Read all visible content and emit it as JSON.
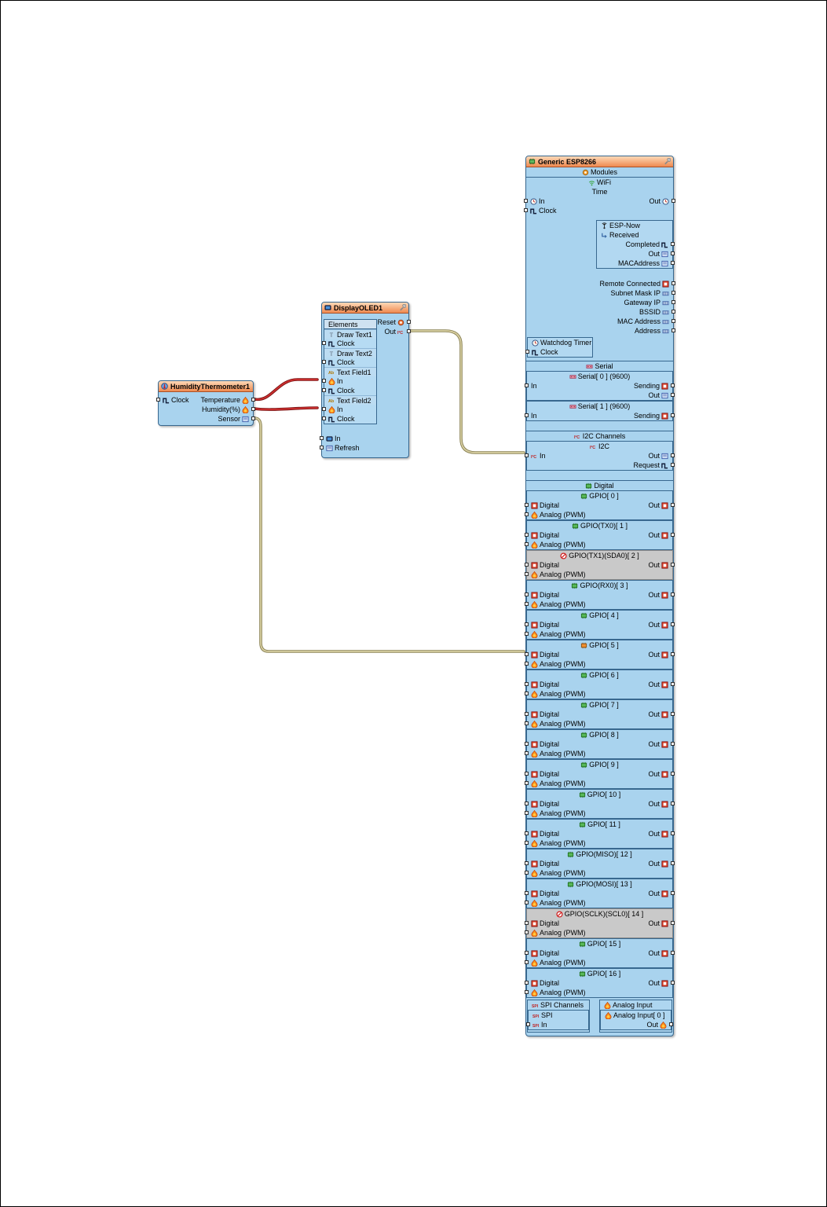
{
  "colors": {
    "block_fill": "#a9d3ee",
    "block_border": "#38688f",
    "header_gradient_top": "#fdd9b8",
    "header_gradient_bottom": "#ef8a50",
    "disabled_fill": "#c9c9c9",
    "wire_red": "#d03030",
    "wire_tan": "#d8cfa2"
  },
  "connections": [
    {
      "name": "temperature-to-textfield1-in",
      "color": "#d03030"
    },
    {
      "name": "humidity-to-textfield2-in",
      "color": "#d03030"
    },
    {
      "name": "oled-out-to-esp-i2c-in",
      "color": "#d8cfa2"
    },
    {
      "name": "sensor-to-gpio5-digital",
      "color": "#d8cfa2"
    }
  ],
  "humidity": {
    "title": "HumidityThermometer1",
    "clock_label": "Clock",
    "pins_right": [
      {
        "label": "Temperature",
        "icon": "flame"
      },
      {
        "label": "Humidity(%)",
        "icon": "flame"
      },
      {
        "label": "Sensor",
        "icon": "box"
      }
    ]
  },
  "oled": {
    "title": "DisplayOLED1",
    "elements_label": "Elements",
    "elements": [
      {
        "label": "Draw Text1",
        "icon": "text",
        "pins": [
          {
            "label": "Clock",
            "icon": "clock"
          }
        ]
      },
      {
        "label": "Draw Text2",
        "icon": "text",
        "pins": [
          {
            "label": "Clock",
            "icon": "clock"
          }
        ]
      },
      {
        "label": "Text Field1",
        "icon": "abc",
        "pins": [
          {
            "label": "In",
            "icon": "flame"
          },
          {
            "label": "Clock",
            "icon": "clock"
          }
        ]
      },
      {
        "label": "Text Field2",
        "icon": "abc",
        "pins": [
          {
            "label": "In",
            "icon": "flame"
          },
          {
            "label": "Clock",
            "icon": "clock"
          }
        ]
      }
    ],
    "reset_label": "Reset",
    "out_label": "Out",
    "in_label": "In",
    "refresh_label": "Refresh"
  },
  "esp": {
    "title": "Generic ESP8266",
    "modules_label": "Modules",
    "wifi": {
      "label": "WiFi",
      "time_label": "Time",
      "in_label": "In",
      "out_label": "Out",
      "clock_label": "Clock",
      "espnow": {
        "title": "ESP-Now",
        "received_label": "Received",
        "right_pins": [
          {
            "label": "Completed",
            "icon": "clock"
          },
          {
            "label": "Out",
            "icon": "box"
          },
          {
            "label": "MACAddress",
            "icon": "box"
          }
        ]
      },
      "right_pins": [
        {
          "label": "Remote Connected",
          "icon": "dig"
        },
        {
          "label": "Subnet Mask IP",
          "icon": "net"
        },
        {
          "label": "Gateway IP",
          "icon": "net"
        },
        {
          "label": "BSSID",
          "icon": "net"
        },
        {
          "label": "MAC Address",
          "icon": "net"
        },
        {
          "label": "Address",
          "icon": "net"
        }
      ],
      "watchdog": {
        "title": "Watchdog Timer",
        "clock_label": "Clock"
      }
    },
    "serial": {
      "label": "Serial",
      "channels": [
        {
          "title": "Serial[ 0 ] (9600)",
          "in_label": "In",
          "right_pins": [
            {
              "label": "Sending",
              "icon": "dig"
            },
            {
              "label": "Out",
              "icon": "box"
            }
          ]
        },
        {
          "title": "Serial[ 1 ] (9600)",
          "in_label": "In",
          "right_pins": [
            {
              "label": "Sending",
              "icon": "dig"
            }
          ]
        }
      ]
    },
    "i2c": {
      "label": "I2C Channels",
      "sub_label": "I2C",
      "in_label": "In",
      "out_label": "Out",
      "request_label": "Request"
    },
    "digital": {
      "label": "Digital",
      "digital_label": "Digital",
      "analog_label": "Analog (PWM)",
      "out_label": "Out",
      "gpio": [
        {
          "title": "GPIO[ 0 ]",
          "icon": "green"
        },
        {
          "title": "GPIO(TX0)[ 1 ]",
          "icon": "green"
        },
        {
          "title": "GPIO(TX1)(SDA0)[ 2 ]",
          "icon": "no",
          "disabled": true
        },
        {
          "title": "GPIO(RX0)[ 3 ]",
          "icon": "green"
        },
        {
          "title": "GPIO[ 4 ]",
          "icon": "green"
        },
        {
          "title": "GPIO[ 5 ]",
          "icon": "orange"
        },
        {
          "title": "GPIO[ 6 ]",
          "icon": "green"
        },
        {
          "title": "GPIO[ 7 ]",
          "icon": "green"
        },
        {
          "title": "GPIO[ 8 ]",
          "icon": "green"
        },
        {
          "title": "GPIO[ 9 ]",
          "icon": "green"
        },
        {
          "title": "GPIO[ 10 ]",
          "icon": "green"
        },
        {
          "title": "GPIO[ 11 ]",
          "icon": "green"
        },
        {
          "title": "GPIO(MISO)[ 12 ]",
          "icon": "green"
        },
        {
          "title": "GPIO(MOSI)[ 13 ]",
          "icon": "green"
        },
        {
          "title": "GPIO(SCLK)(SCL0)[ 14 ]",
          "icon": "no",
          "disabled": true
        },
        {
          "title": "GPIO[ 15 ]",
          "icon": "green"
        },
        {
          "title": "GPIO[ 16 ]",
          "icon": "green"
        }
      ]
    },
    "spi": {
      "label": "SPI Channels",
      "sub_label": "SPI",
      "in_label": "In"
    },
    "analog_input": {
      "label": "Analog Input",
      "sub_label": "Analog Input[ 0 ]",
      "out_label": "Out"
    }
  }
}
